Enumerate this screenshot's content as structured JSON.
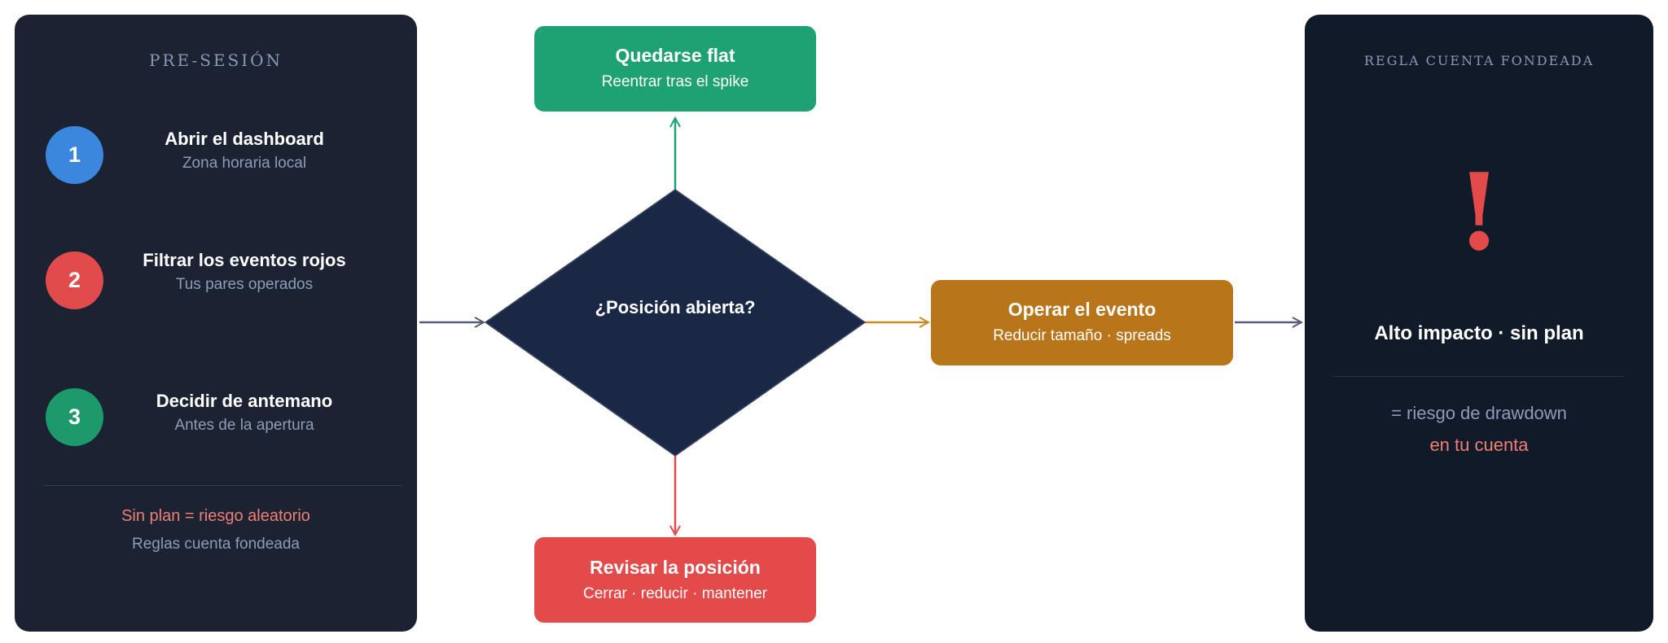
{
  "pre_session": {
    "heading": "PRE-SESIÓN",
    "steps": [
      {
        "number": "1",
        "title": "Abrir el dashboard",
        "subtitle": "Zona horaria local",
        "color": "#3b87dd"
      },
      {
        "number": "2",
        "title": "Filtrar los eventos rojos",
        "subtitle": "Tus pares operados",
        "color": "#e24b4b"
      },
      {
        "number": "3",
        "title": "Decidir de antemano",
        "subtitle": "Antes de la apertura",
        "color": "#1c9a6c"
      }
    ],
    "warning": "Sin plan = riesgo aleatorio",
    "warning_sub": "Reglas cuenta fondeada"
  },
  "flow": {
    "decision": "¿Posición abierta?",
    "top_box": {
      "title": "Quedarse flat",
      "subtitle": "Reentrar tras el spike",
      "color": "#1ea273"
    },
    "right_box": {
      "title": "Operar el evento",
      "subtitle": "Reducir tamaño · spreads",
      "color": "#b8751a"
    },
    "bottom_box": {
      "title": "Revisar la posición",
      "subtitle": "Cerrar · reducir · mantener",
      "color": "#e34b4b"
    }
  },
  "funded_rule": {
    "heading": "REGLA CUENTA FONDEADA",
    "symbol": "!",
    "headline": "Alto impacto · sin plan",
    "line1": "= riesgo de drawdown",
    "line2": "en tu cuenta"
  },
  "colors": {
    "panel_dark": "#1b2232",
    "diamond_fill": "#1b2845",
    "arrow_neutral": "#575c78",
    "arrow_top": "#1ea273",
    "arrow_right": "#c98a22",
    "arrow_bottom": "#e34b4b",
    "accent_red_text": "#f07f74"
  }
}
